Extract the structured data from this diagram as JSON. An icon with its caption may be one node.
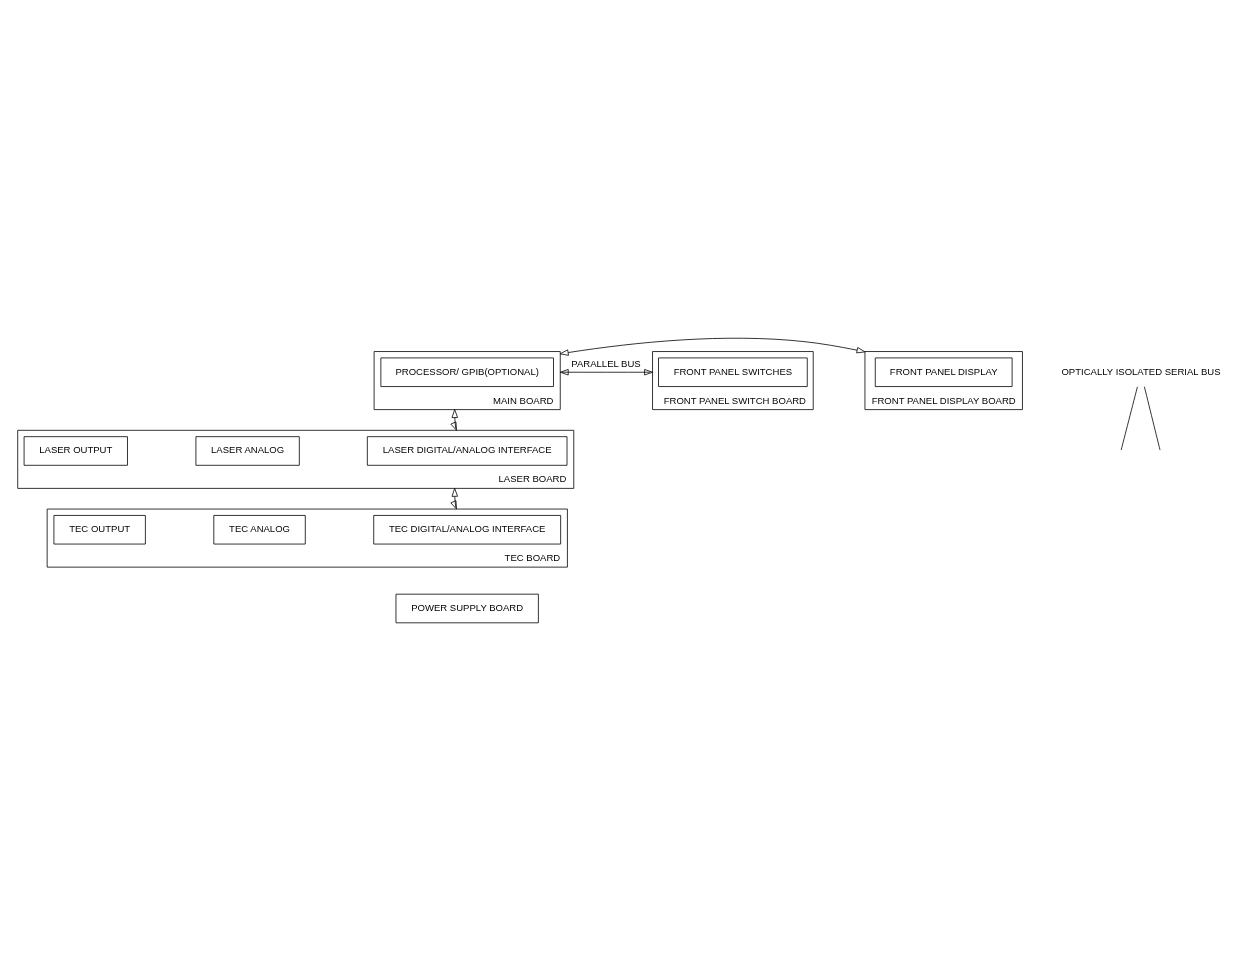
{
  "diagram": {
    "nodes": [
      {
        "text": [
          "MAIN BOARD"
        ]
      },
      {
        "text": [
          "PROCESSOR/ GPIB(OPTIONAL)"
        ],
        "in": 0
      },
      {
        "text": [
          "FRONT PANEL SWITCH BOARD"
        ]
      },
      {
        "text": [
          "FRONT PANEL SWITCHES"
        ],
        "in": 2
      },
      {
        "text": [
          "FRONT PANEL DISPLAY BOARD"
        ]
      },
      {
        "text": [
          "FRONT PANEL DISPLAY"
        ],
        "in": 4
      },
      {
        "text": [
          "LASER BOARD"
        ]
      },
      {
        "text": [
          "LASER DIGITAL/ANALOG INTERFACE"
        ],
        "in": 6
      },
      {
        "text": [
          "LASER ANALOG"
        ],
        "in": 6
      },
      {
        "text": [
          "LASER OUTPUT"
        ],
        "in": 6
      },
      {
        "text": [
          "TEC BOARD"
        ]
      },
      {
        "text": [
          "TEC DIGITAL/ANALOG INTERFACE"
        ],
        "in": 10
      },
      {
        "text": [
          "TEC ANALOG"
        ],
        "in": 10
      },
      {
        "text": [
          "TEC OUTPUT"
        ],
        "in": 10
      },
      {
        "text": [
          "POWER SUPPLY BOARD"
        ]
      },
      {
        "text": [
          "OPTICALLY ISOLATED SERIAL BUS"
        ]
      }
    ],
    "edges": [
      {
        "from": 0,
        "to": 2,
        "arrow": "both",
        "label": "PARALLEL BUS"
      },
      {
        "from": 0,
        "to": 4,
        "arrow": "both"
      },
      {
        "from": 0,
        "to": 6,
        "arrow": "both"
      },
      {
        "from": 6,
        "to": 10,
        "arrow": "both"
      },
      {
        "from": 15,
        "to": null,
        "arrow": "none"
      },
      {
        "from": 15,
        "to": null,
        "arrow": "none"
      }
    ]
  }
}
